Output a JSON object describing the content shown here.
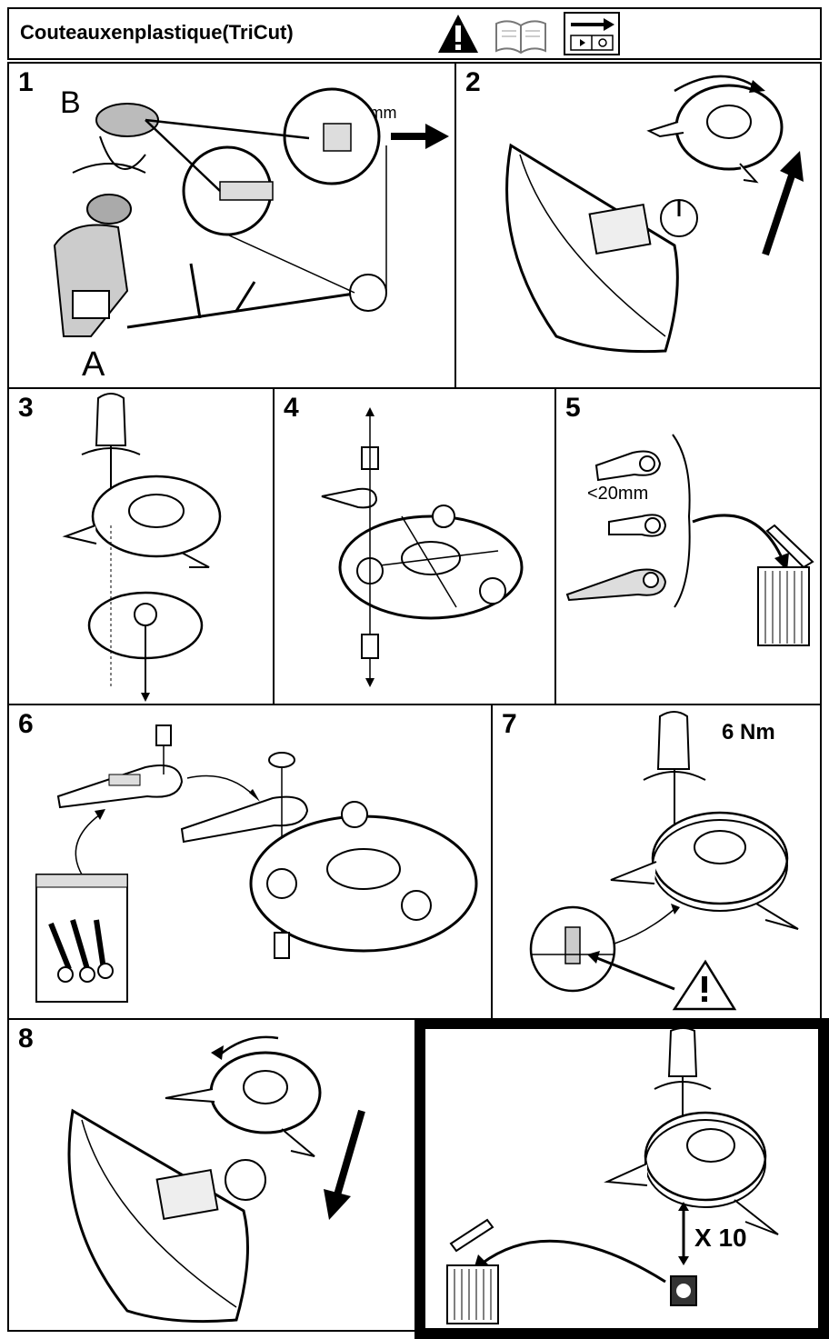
{
  "header": {
    "title": "Couteauxenplastique(TriCut)",
    "icons": [
      "warning-icon",
      "manual-book-icon",
      "arrow-chart-icon"
    ]
  },
  "panels": [
    {
      "step": "1",
      "labels": {
        "b": "B",
        "a": "A",
        "measure": "<20mm"
      }
    },
    {
      "step": "2"
    },
    {
      "step": "3"
    },
    {
      "step": "4"
    },
    {
      "step": "5",
      "labels": {
        "measure": "<20mm"
      }
    },
    {
      "step": "6"
    },
    {
      "step": "7",
      "labels": {
        "torque": "6 Nm"
      }
    },
    {
      "step": "8"
    },
    {
      "step": "",
      "labels": {
        "count": "X 10"
      }
    }
  ]
}
